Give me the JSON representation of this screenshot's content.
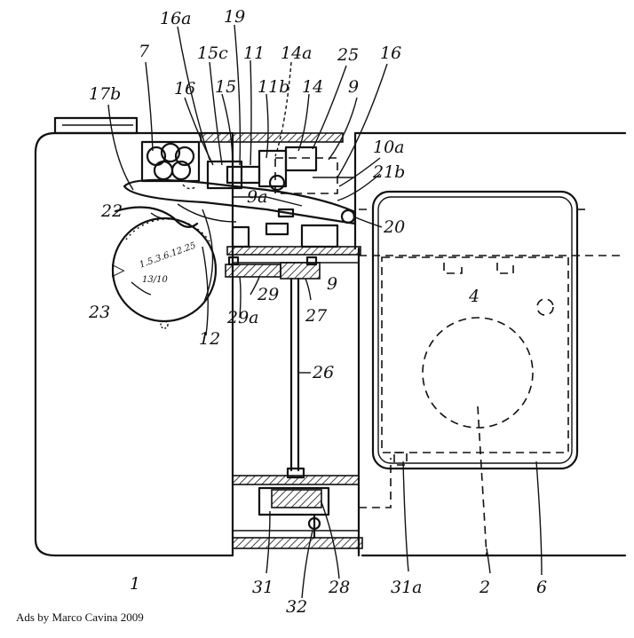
{
  "credit": "Ads by Marco Cavina 2009",
  "dial": {
    "marker": "▷",
    "center_text": "13/10",
    "scale_text": "1.5.3.6.12.25"
  },
  "labels": {
    "l1": "1",
    "l2": "2",
    "l4": "4",
    "l6": "6",
    "l7": "7",
    "l9": "9",
    "l9_lower": "9",
    "l9a": "9a",
    "l10a": "10a",
    "l11": "11",
    "l11b": "11b",
    "l12": "12",
    "l14": "14",
    "l14a": "14a",
    "l15": "15",
    "l15c": "15c",
    "l16": "16",
    "l16_right": "16",
    "l16a": "16a",
    "l17b": "17b",
    "l19": "19",
    "l20": "20",
    "l21b": "21b",
    "l22": "22",
    "l23": "23",
    "l25": "25",
    "l26": "26",
    "l27": "27",
    "l28": "28",
    "l29": "29",
    "l29a": "29a",
    "l31": "31",
    "l31a": "31a",
    "l32": "32"
  }
}
